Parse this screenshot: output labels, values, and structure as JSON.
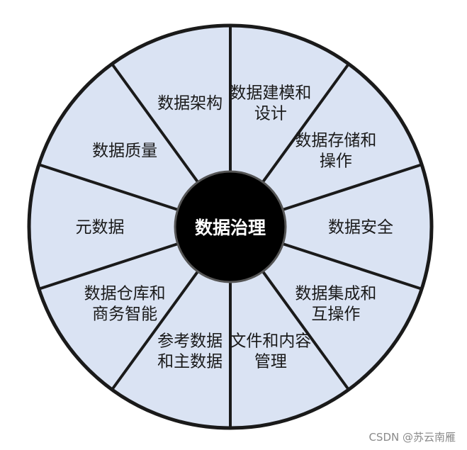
{
  "colors": {
    "sector_fill": "#dae3f3",
    "outline": "#1a1a1a",
    "hub_fill": "#000000",
    "hub_text": "#ffffff"
  },
  "center": {
    "label": "数据治理"
  },
  "sectors": [
    {
      "lines": [
        "数据建模和",
        "设计"
      ]
    },
    {
      "lines": [
        "数据存储和",
        "操作"
      ]
    },
    {
      "lines": [
        "数据安全"
      ]
    },
    {
      "lines": [
        "数据集成和",
        "互操作"
      ]
    },
    {
      "lines": [
        "文件和内容",
        "管理"
      ]
    },
    {
      "lines": [
        "参考数据",
        "和主数据"
      ]
    },
    {
      "lines": [
        "数据仓库和",
        "商务智能"
      ]
    },
    {
      "lines": [
        "元数据"
      ]
    },
    {
      "lines": [
        "数据质量"
      ]
    },
    {
      "lines": [
        "数据架构"
      ]
    }
  ],
  "watermark": "CSDN @苏云南雁"
}
